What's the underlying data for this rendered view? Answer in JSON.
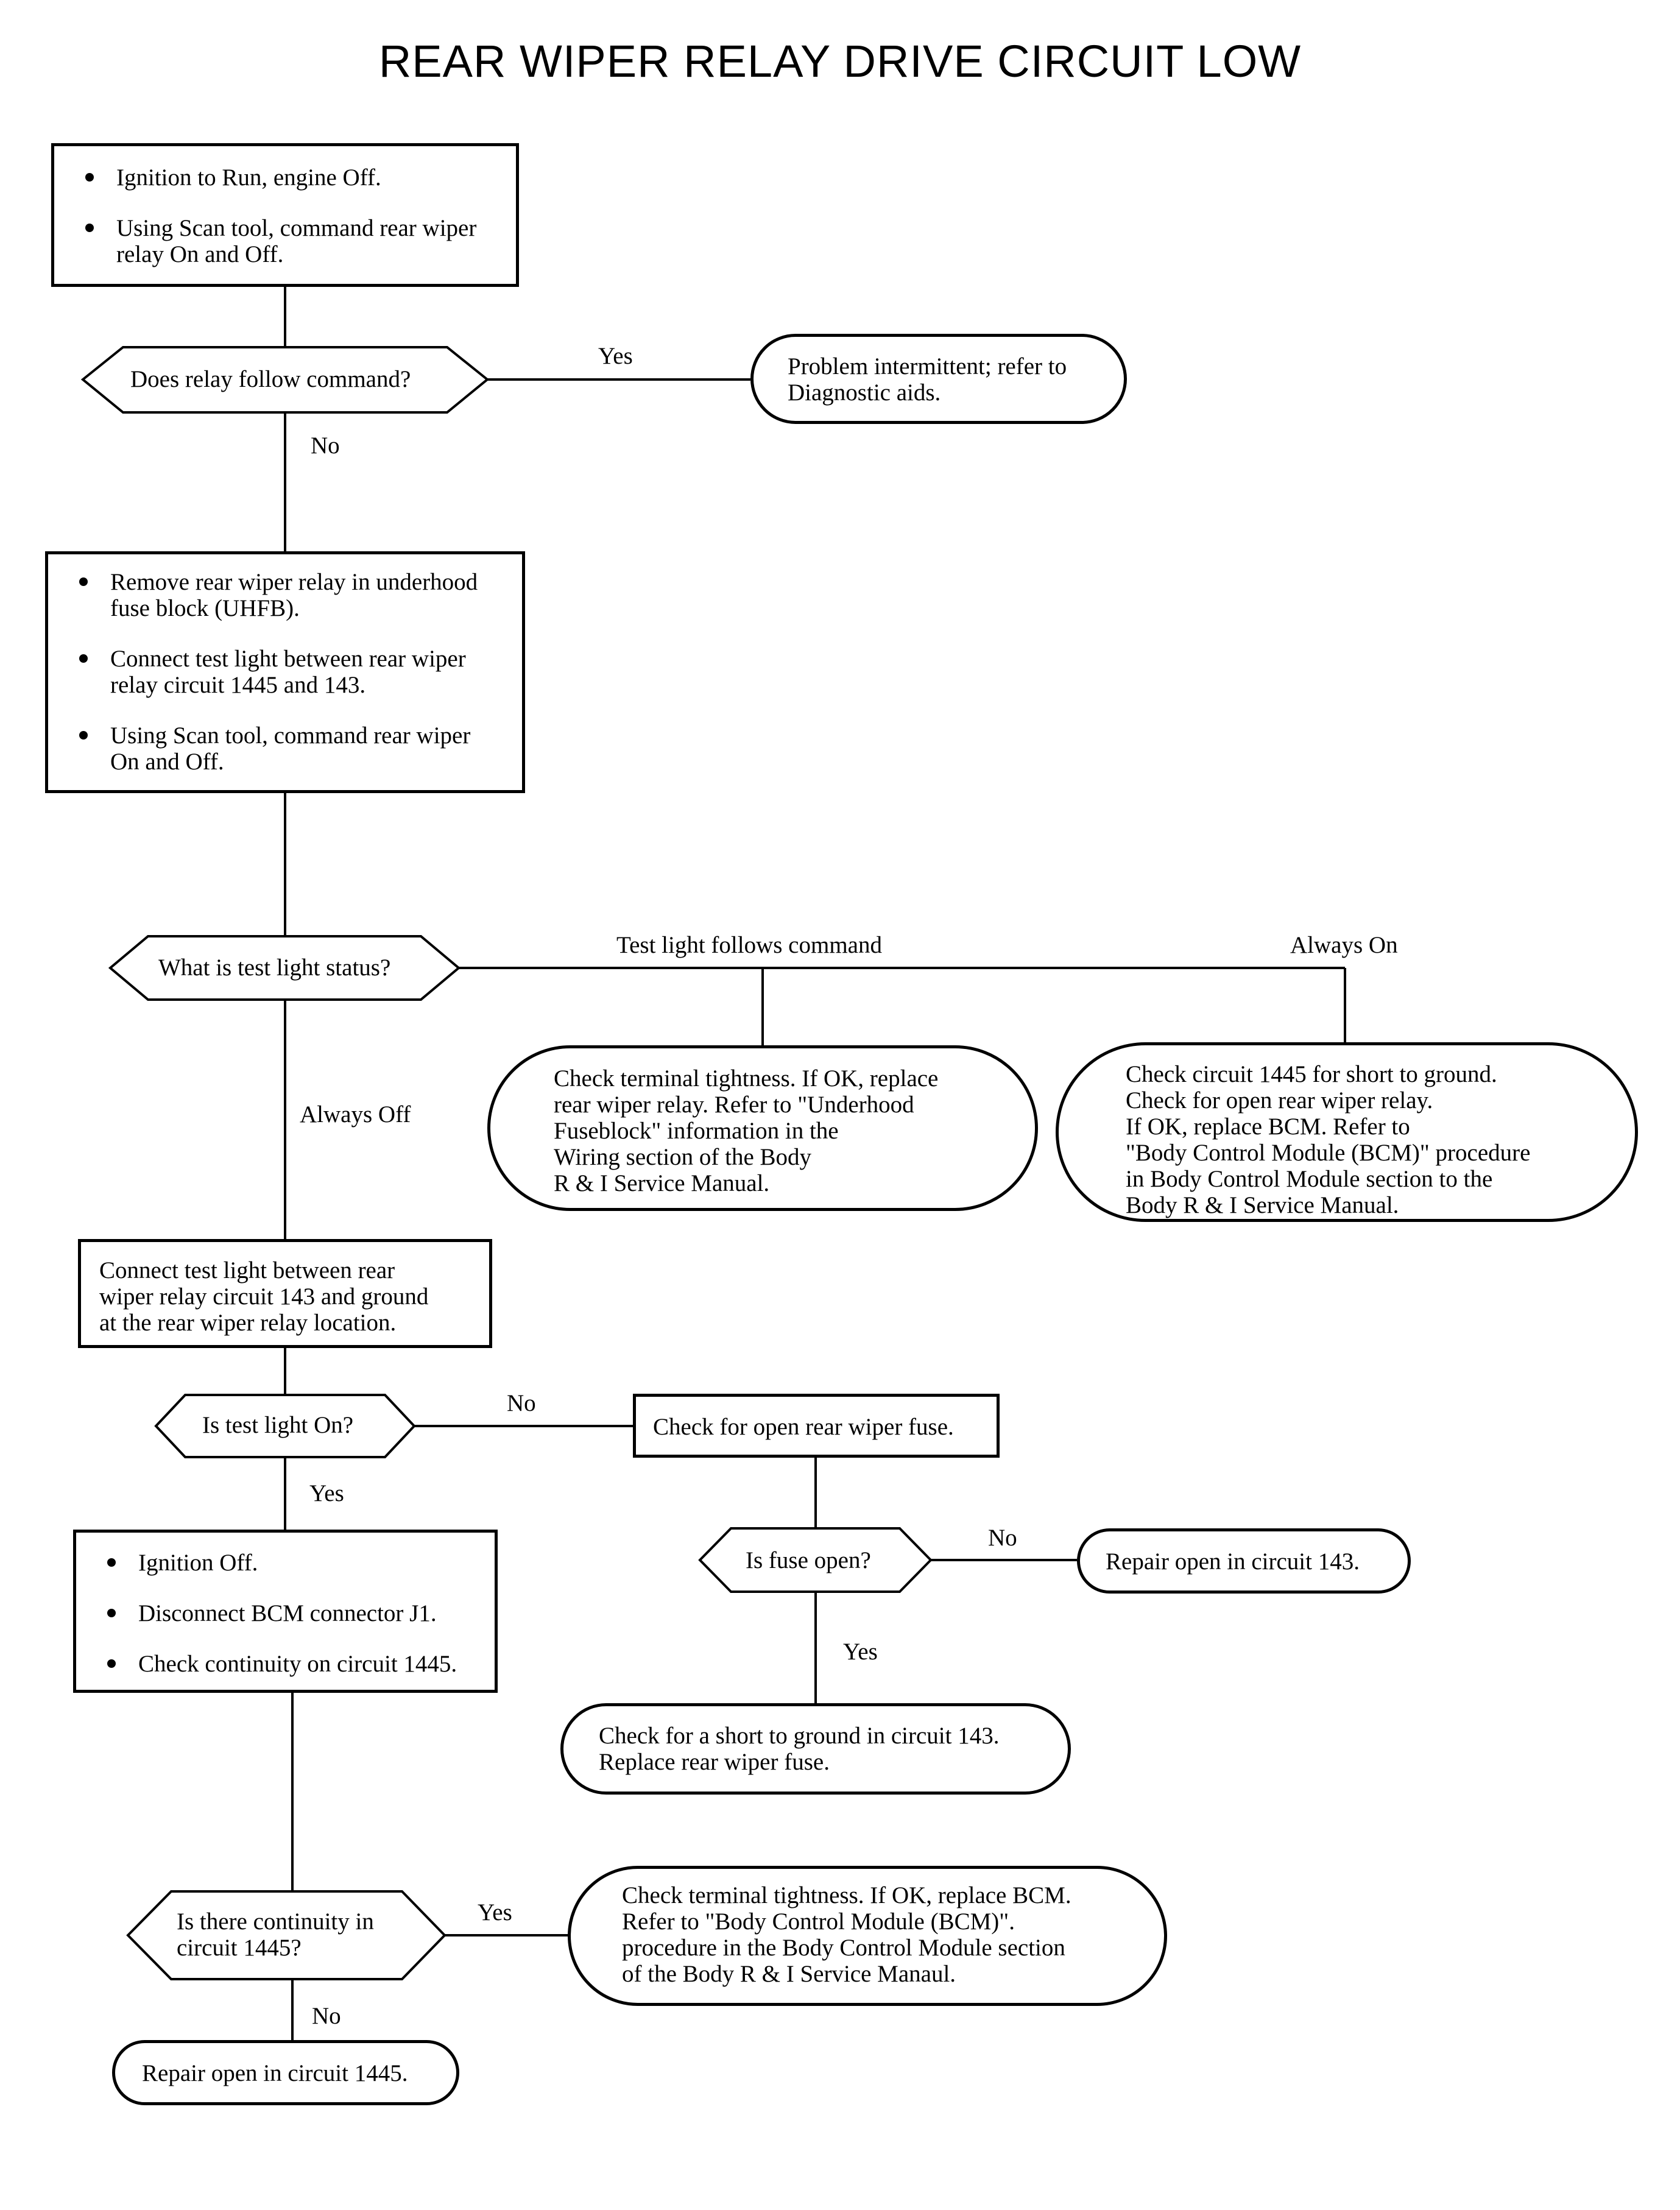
{
  "title": "REAR WIPER RELAY DRIVE CIRCUIT LOW",
  "steps": {
    "step1": {
      "items": [
        "Ignition to Run, engine Off.",
        "Using Scan tool, command rear wiper relay On and Off."
      ],
      "item_lines": [
        [
          "Ignition to Run, engine Off."
        ],
        [
          "Using Scan tool, command rear wiper",
          "relay On and Off."
        ]
      ]
    },
    "step2": {
      "item_lines": [
        [
          "Remove rear wiper relay in underhood",
          "fuse block (UHFB)."
        ],
        [
          "Connect test light between rear wiper",
          "relay circuit 1445 and 143."
        ],
        [
          "Using Scan tool, command rear wiper",
          "On and Off."
        ]
      ]
    },
    "step3": {
      "lines": [
        "Connect test light between rear",
        "wiper relay circuit 143 and ground",
        "at the rear wiper relay location."
      ]
    },
    "step4": {
      "item_lines": [
        [
          "Ignition Off."
        ],
        [
          "Disconnect BCM connector J1."
        ],
        [
          "Check continuity on circuit 1445."
        ]
      ]
    },
    "check_fuse": {
      "lines": [
        "Check for open rear wiper fuse."
      ]
    }
  },
  "decisions": {
    "d1": {
      "lines": [
        "Does relay follow command?"
      ]
    },
    "d2": {
      "lines": [
        "What is test light status?"
      ]
    },
    "d3": {
      "lines": [
        "Is test light On?"
      ]
    },
    "d4": {
      "lines": [
        "Is fuse open?"
      ]
    },
    "d5": {
      "lines": [
        "Is there continuity in",
        "circuit 1445?"
      ]
    }
  },
  "terminals": {
    "t1": {
      "lines": [
        "Problem intermittent; refer to",
        "Diagnostic aids."
      ]
    },
    "t2": {
      "lines": [
        "Check terminal tightness. If OK, replace",
        "rear wiper relay. Refer to \"Underhood",
        "Fuseblock\" information in the",
        "Wiring section of the Body",
        "R & I Service Manual."
      ]
    },
    "t3": {
      "lines": [
        "Check circuit 1445 for short to ground.",
        "Check for open rear wiper relay.",
        "If OK, replace BCM. Refer to",
        "\"Body Control Module (BCM)\" procedure",
        "in Body Control Module section to the",
        "Body R & I Service Manual."
      ]
    },
    "t4": {
      "lines": [
        "Repair open in circuit 143."
      ]
    },
    "t5": {
      "lines": [
        "Check for a short to ground in circuit 143.",
        "Replace rear wiper fuse."
      ]
    },
    "t6": {
      "lines": [
        "Check terminal tightness. If OK, replace BCM.",
        "Refer to \"Body Control Module (BCM)\".",
        "procedure in the Body Control Module section",
        "of the Body R & I Service Manaul."
      ]
    },
    "t7": {
      "lines": [
        "Repair open in circuit 1445."
      ]
    }
  },
  "labels": {
    "d1_yes": "Yes",
    "d1_no": "No",
    "d2_follows": "Test light follows command",
    "d2_always_on": "Always On",
    "d2_always_off": "Always Off",
    "d3_no": "No",
    "d3_yes": "Yes",
    "d4_no": "No",
    "d4_yes": "Yes",
    "d5_yes": "Yes",
    "d5_no": "No"
  }
}
